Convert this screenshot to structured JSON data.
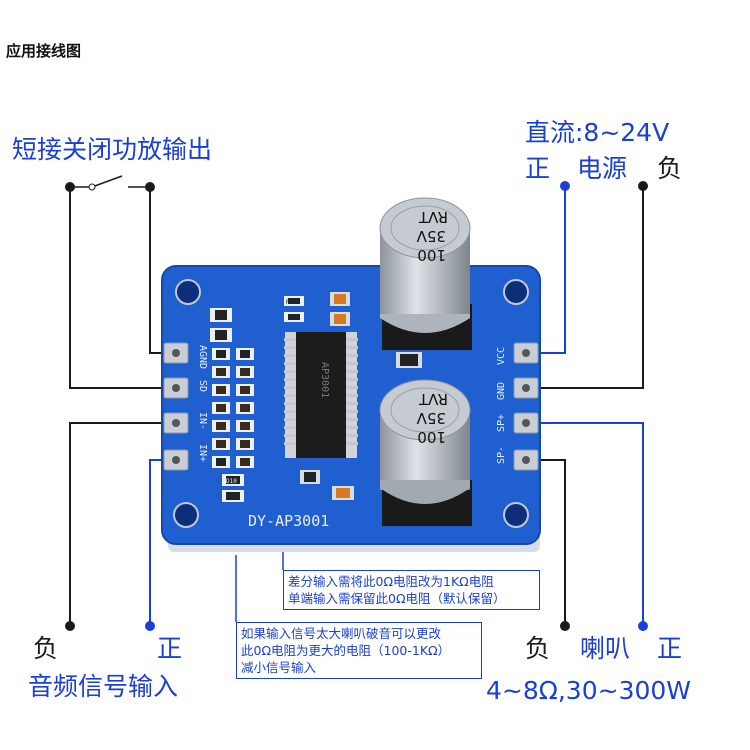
{
  "title": "应用接线图",
  "labels": {
    "short_close": "短接关闭功放输出",
    "dc_power": "直流:8~24V",
    "power_pos": "正",
    "power_text": "电源",
    "power_neg": "负",
    "audio_neg": "负",
    "audio_pos": "正",
    "audio_text": "音频信号输入",
    "spk_neg": "负",
    "spk_text": "喇叭",
    "spk_pos": "正",
    "spk_spec": "4~8Ω,30~300W"
  },
  "notes": {
    "diff_line1": "差分输入需将此0Ω电阻改为1KΩ电阻",
    "diff_line2": "单端输入需保留此0Ω电阻（默认保留）",
    "big_line1": "如果输入信号太大喇叭破音可以更改",
    "big_line2": "此0Ω电阻为更大的电阻（100-1KΩ）",
    "big_line3": "减小信号输入"
  },
  "board": {
    "model": "DY-AP3001",
    "left_pins": [
      "AGND",
      "SD",
      "IN-",
      "IN+"
    ],
    "right_pins": [
      "VCC",
      "GND",
      "SP+",
      "SP-"
    ],
    "cap_top": [
      "RVT",
      "35V",
      "100"
    ],
    "cap_bottom": [
      "RVT",
      "35V",
      "100"
    ],
    "chip": "AP3001",
    "res_label": "R10",
    "res_label2": "D10"
  },
  "colors": {
    "board": "#1f5fd0",
    "wire_dark": "#1a1a1a",
    "wire_blue": "#1a3fd6"
  }
}
